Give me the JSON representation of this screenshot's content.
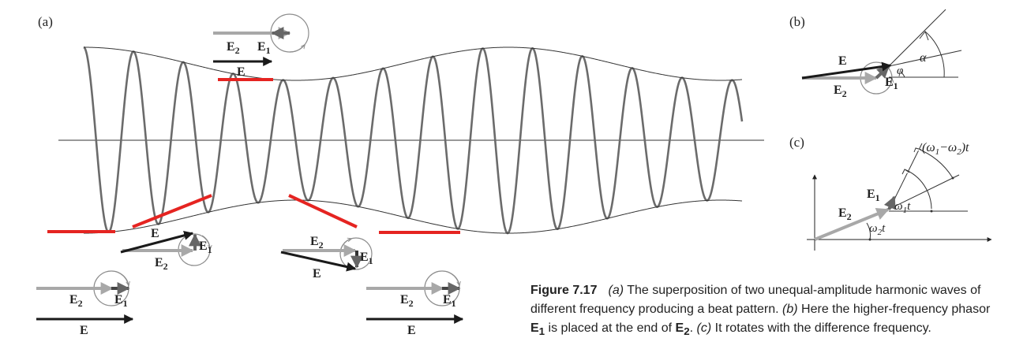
{
  "figure": {
    "panel_a_label": "(a)",
    "panel_b_label": "(b)",
    "panel_c_label": "(c)",
    "vectors": {
      "E": "E",
      "E1": "E",
      "E1_sub": "1",
      "E2": "E",
      "E2_sub": "2"
    },
    "panel_b": {
      "alpha": "α",
      "phi": "φ"
    },
    "panel_c": {
      "diff_label": "(ω",
      "diff_sub1": "1",
      "diff_mid": "−ω",
      "diff_sub2": "2",
      "diff_end": ")t",
      "w1_label": "ω",
      "w1_sub": "1",
      "w1_end": "t",
      "w2_label": "ω",
      "w2_sub": "2",
      "w2_end": "t"
    },
    "colors": {
      "wave": "#6b6b6b",
      "envelope": "#333333",
      "red": "#e52421",
      "dark_vector": "#1a1a1a",
      "light_vector": "#a8a8a8",
      "circle": "#8c8c8c"
    }
  },
  "caption": {
    "figure_label": "Figure 7.17",
    "part_a": "(a)",
    "text_a": " The superposition of two unequal-amplitude harmonic waves of different frequency producing a beat pattern. ",
    "part_b": "(b)",
    "text_b1": " Here the higher-frequency phasor ",
    "vec_e": "E",
    "vec_e1_sub": "1",
    "text_b2": " is placed at the end of ",
    "vec_e2_sub": "2",
    "text_b3": ". ",
    "part_c": "(c)",
    "text_c": " It rotates with the difference frequency."
  }
}
